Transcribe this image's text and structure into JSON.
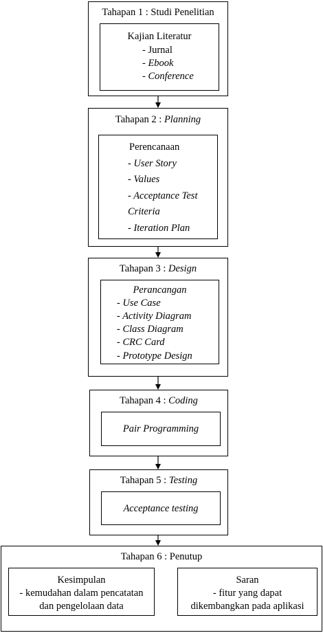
{
  "stage1": {
    "title": "Tahapan 1 : Studi Penelitian",
    "inner_title": "Kajian Literatur",
    "items": [
      "- Jurnal",
      "- Ebook",
      "- Conference"
    ]
  },
  "stage2": {
    "title_prefix": "Tahapan 2 : ",
    "title_em": "Planning",
    "inner_title": "Perencanaan",
    "items": [
      "- User Story",
      "- Values",
      "- Acceptance Test",
      "Criteria",
      "- Iteration Plan"
    ]
  },
  "stage3": {
    "title_prefix": "Tahapan 3 : ",
    "title_em": "Design",
    "inner_title": "Perancangan",
    "items": [
      "- Use Case",
      "- Activity Diagram",
      "- Class Diagram",
      "- CRC Card",
      "- Prototype Design"
    ]
  },
  "stage4": {
    "title_prefix": "Tahapan 4 : ",
    "title_em": "Coding",
    "inner": "Pair Programming"
  },
  "stage5": {
    "title_prefix": "Tahapan 5 : ",
    "title_em": "Testing",
    "inner": "Acceptance testing"
  },
  "stage6": {
    "title": "Tahapan 6 : Penutup",
    "kesimpulan": {
      "title": "Kesimpulan",
      "lines": [
        "- kemudahan dalam pencatatan",
        "dan pengelolaan data"
      ]
    },
    "saran": {
      "title": "Saran",
      "lines": [
        "- fitur yang dapat",
        "dikembangkan pada aplikasi"
      ]
    }
  }
}
